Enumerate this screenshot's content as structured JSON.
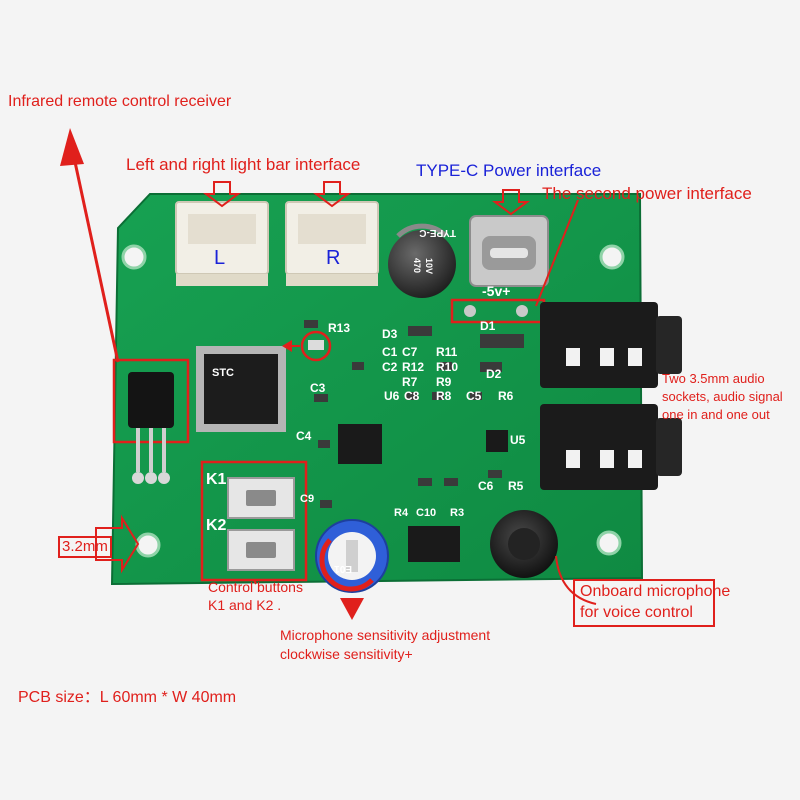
{
  "annotations": {
    "ir_receiver": "Infrared remote control receiver",
    "light_bar": "Left and right light bar interface",
    "typec": "TYPE-C Power interface",
    "second_power": "The second power interface",
    "audio_sockets_1": "Two 3.5mm audio",
    "audio_sockets_2": "sockets, audio signal",
    "audio_sockets_3": "one in and one out",
    "hole_size": "3.2mm",
    "buttons_1": "Control buttons",
    "buttons_2": "K1 and  K2 .",
    "mic_1": "Onboard microphone",
    "mic_2": "for voice control",
    "sens_1": "Microphone sensitivity adjustment",
    "sens_2": "clockwise sensitivity+",
    "pcb_size": "PCB size：L 60mm * W 40mm"
  },
  "connectors": {
    "left": "L",
    "right": "R"
  },
  "silkscreen": {
    "typec": "TYPE-C",
    "power": "-5v+",
    "k1": "K1",
    "k2": "K2",
    "r13": "R13",
    "d3": "D3",
    "d1": "D1",
    "c1": "C1",
    "c2": "C2",
    "c7": "C7",
    "r11": "R11",
    "r12": "R12",
    "r10": "R10",
    "r7": "R7",
    "r9": "R9",
    "d2": "D2",
    "c3": "C3",
    "u6": "U6",
    "c8": "C8",
    "r8": "R8",
    "c5": "C5",
    "r6": "R6",
    "u5": "U5",
    "c4": "C4",
    "c6": "C6",
    "r5": "R5",
    "c9": "C9",
    "r4": "R4",
    "c10": "C10",
    "r3": "R3",
    "stc": "STC",
    "cap_470": "470",
    "cap_10v": "10V",
    "pot": "E01"
  },
  "colors": {
    "annotation": "#e0201c",
    "interface_blue": "#1a22d8",
    "pcb_green": "#15964a"
  }
}
